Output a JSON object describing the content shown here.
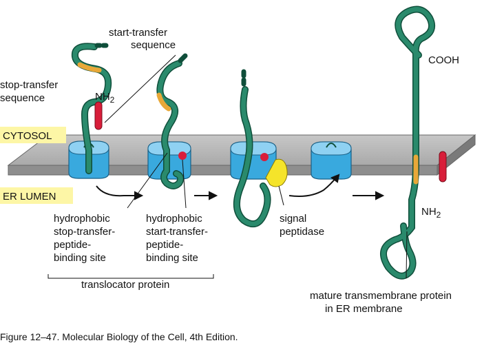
{
  "labels": {
    "start_transfer_1": "start-transfer",
    "start_transfer_2": "sequence",
    "stop_transfer_1": "stop-transfer",
    "stop_transfer_2": "sequence",
    "nh2_top": "NH",
    "nh2_top_sub": "2",
    "cooh": "COOH",
    "cytosol": "CYTOSOL",
    "er_lumen": "ER LUMEN",
    "hydro_stop_1": "hydrophobic",
    "hydro_stop_2": "stop-transfer-",
    "hydro_stop_3": "peptide-",
    "hydro_stop_4": "binding site",
    "hydro_start_1": "hydrophobic",
    "hydro_start_2": "start-transfer-",
    "hydro_start_3": "peptide-",
    "hydro_start_4": "binding site",
    "signal_1": "signal",
    "signal_2": "peptidase",
    "nh2_bottom": "NH",
    "nh2_bottom_sub": "2",
    "translocator": "translocator protein",
    "mature_1": "mature transmembrane protein",
    "mature_2": "in ER membrane",
    "figure_caption": "Figure 12–47. Molecular Biology of the Cell, 4th Edition."
  },
  "colors": {
    "protein": "#2a8a6c",
    "protein_dark": "#0f4e3a",
    "stop_transfer_segment": "#e8a838",
    "start_transfer_segment": "#e8a838",
    "signal_peptide": "#d81e3a",
    "membrane_top": "#b8b8b8",
    "membrane_front": "#8e8e8e",
    "translocator": "#39a9de",
    "translocator_light": "#8fd1f2",
    "peptidase": "#f5e42a",
    "label_highlight": "#fdf6a6"
  }
}
